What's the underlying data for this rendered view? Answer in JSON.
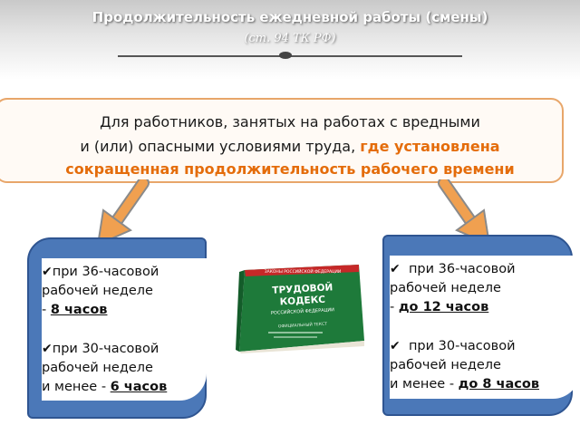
{
  "header": {
    "title": "Продолжительность ежедневной работы (смены)",
    "subtitle": "(ст. 94 ТК РФ)"
  },
  "callout": {
    "line1": "Для работников, занятых на работах с вредными",
    "line2_prefix": "и (или) опасными условиями труда, ",
    "line2_highlight": "где установлена",
    "line3": "сокращенная продолжительность рабочего времени"
  },
  "left_panel": {
    "item1": {
      "text_a": "при 36-часовой",
      "text_b": "рабочей неделе",
      "text_c_prefix": "- ",
      "value": "8 часов"
    },
    "item2": {
      "text_a": "при 30-часовой",
      "text_b": "рабочей неделе",
      "text_c_prefix": "и менее - ",
      "value": "6 часов"
    }
  },
  "right_panel": {
    "item1": {
      "text_a": "при 36-часовой",
      "text_b": "рабочей неделе",
      "text_c_prefix": "- ",
      "value": "до 12 часов"
    },
    "item2": {
      "text_a": "при 30-часовой",
      "text_b": "рабочей неделе",
      "text_c_prefix": "и менее - ",
      "value": "до 8 часов"
    }
  },
  "book": {
    "top_band": "ЗАКОНЫ РОССИЙСКОЙ ФЕДЕРАЦИИ",
    "title_1": "ТРУДОВОЙ",
    "title_2": "КОДЕКС",
    "title_3": "РОССИЙСКОЙ ФЕДЕРАЦИИ",
    "official": "ОФИЦИАЛЬНЫЙ ТЕКСТ"
  },
  "colors": {
    "accent": "#e46c0a",
    "panel": "#4b78b8",
    "arrow": "#f0a050"
  }
}
